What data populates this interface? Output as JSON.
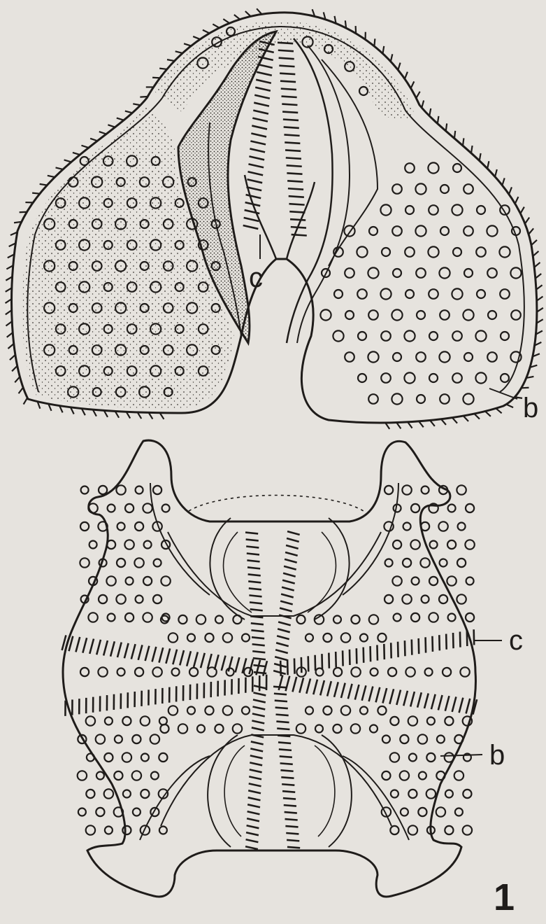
{
  "figure": {
    "number": "1",
    "labels": {
      "top_c": "c",
      "top_b": "b",
      "bottom_c": "c",
      "bottom_b": "b"
    }
  }
}
